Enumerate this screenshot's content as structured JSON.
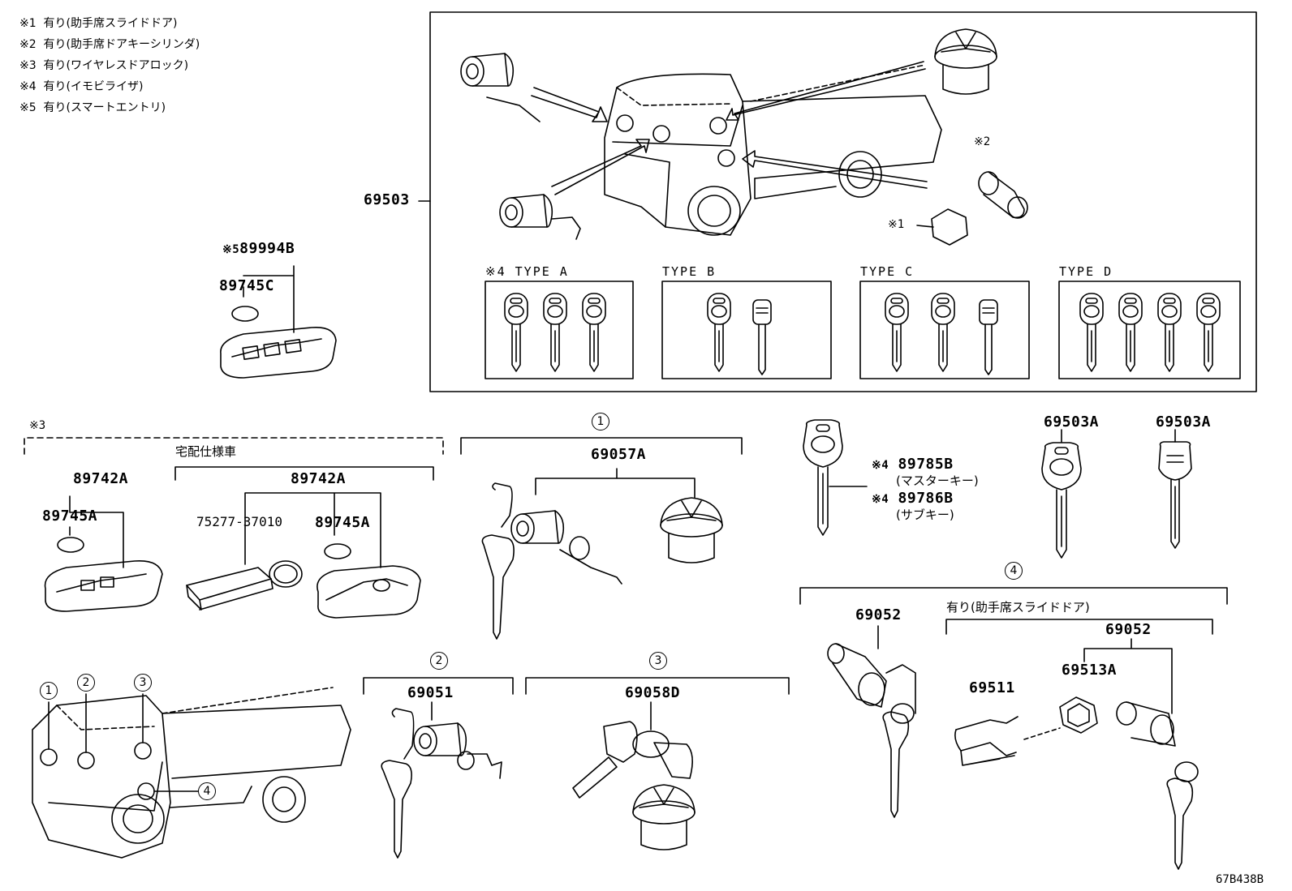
{
  "notes": [
    {
      "mark": "※1",
      "text": "有り(助手席スライドドア)"
    },
    {
      "mark": "※2",
      "text": "有り(助手席ドアキーシリンダ)"
    },
    {
      "mark": "※3",
      "text": "有り(ワイヤレスドアロック)"
    },
    {
      "mark": "※4",
      "text": "有り(イモビライザ)"
    },
    {
      "mark": "※5",
      "text": "有り(スマートエントリ)"
    }
  ],
  "main_set": {
    "part": "69503",
    "mark_1": "※1",
    "mark_2": "※2"
  },
  "key_types": {
    "type_a": {
      "mark": "※4",
      "label": "TYPE A"
    },
    "type_b": {
      "label": "TYPE B"
    },
    "type_c": {
      "label": "TYPE C"
    },
    "type_d": {
      "label": "TYPE D"
    }
  },
  "smart_entry": {
    "mark": "※5",
    "part_main": "89994B",
    "part_battery": "89745C"
  },
  "wireless": {
    "mark": "※3",
    "delivery_caption": "宅配仕様車",
    "left_transmitter": "89742A",
    "left_battery": "89745A",
    "right_transmitter": "89742A",
    "right_tag": "75277-37010",
    "right_battery": "89745A"
  },
  "group_1": {
    "num": "1",
    "part": "69057A"
  },
  "group_2": {
    "num": "2",
    "part": "69051"
  },
  "group_3": {
    "num": "3",
    "part": "69058D"
  },
  "group_4": {
    "num": "4",
    "cylinder": "69052",
    "slide_caption": "有り(助手席スライドドア)",
    "slide_set": "69052",
    "clip": "69511",
    "cover": "69513A"
  },
  "immobilizer_keys": {
    "master_mark": "※4",
    "master_part": "89785B",
    "master_desc": "(マスターキー)",
    "sub_mark": "※4",
    "sub_part": "89786B",
    "sub_desc": "(サブキー)"
  },
  "blank_keys": {
    "left": "69503A",
    "right": "69503A"
  },
  "truck_locations": {
    "l1": "1",
    "l2": "2",
    "l3": "3",
    "l4": "4"
  },
  "diagram_code": "67B438B"
}
